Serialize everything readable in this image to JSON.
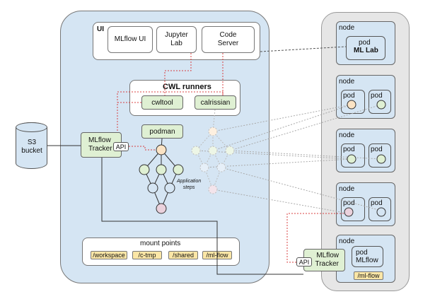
{
  "ui": {
    "title": "UI",
    "mlflow_ui": "MLflow UI",
    "jupyter_lab": [
      "Jupyter",
      "Lab"
    ],
    "code_server": [
      "Code",
      "Server"
    ]
  },
  "cwl": {
    "title": "CWL runners",
    "cwltool": "cwltool",
    "calrissian": "calrissian",
    "podman": "podman"
  },
  "s3": [
    "S3",
    "bucket"
  ],
  "tracker_left": {
    "label": [
      "MLflow",
      "Tracker"
    ],
    "api": "API"
  },
  "app_steps": [
    "Application",
    "steps"
  ],
  "mount": {
    "title": "mount points",
    "items": [
      "/workspace",
      "/c-tmp",
      "/shared",
      "/ml-flow"
    ]
  },
  "nodes": {
    "label": "node",
    "pod": "pod",
    "ml_lab": "ML Lab",
    "mlflow_pod": [
      "pod",
      "MLflow"
    ],
    "mlflow_mount": "/ml-flow"
  },
  "tracker_right": {
    "label": [
      "MLflow",
      "Tracker"
    ],
    "api": "API"
  },
  "colors": {
    "panel_blue": "#d5e5f3",
    "green": "#dff0d3",
    "orange_node": "#fbe3c4",
    "pink_node": "#ead1dc",
    "yellow_chip": "#fbe6a6",
    "red_dotted": "#d84040"
  }
}
